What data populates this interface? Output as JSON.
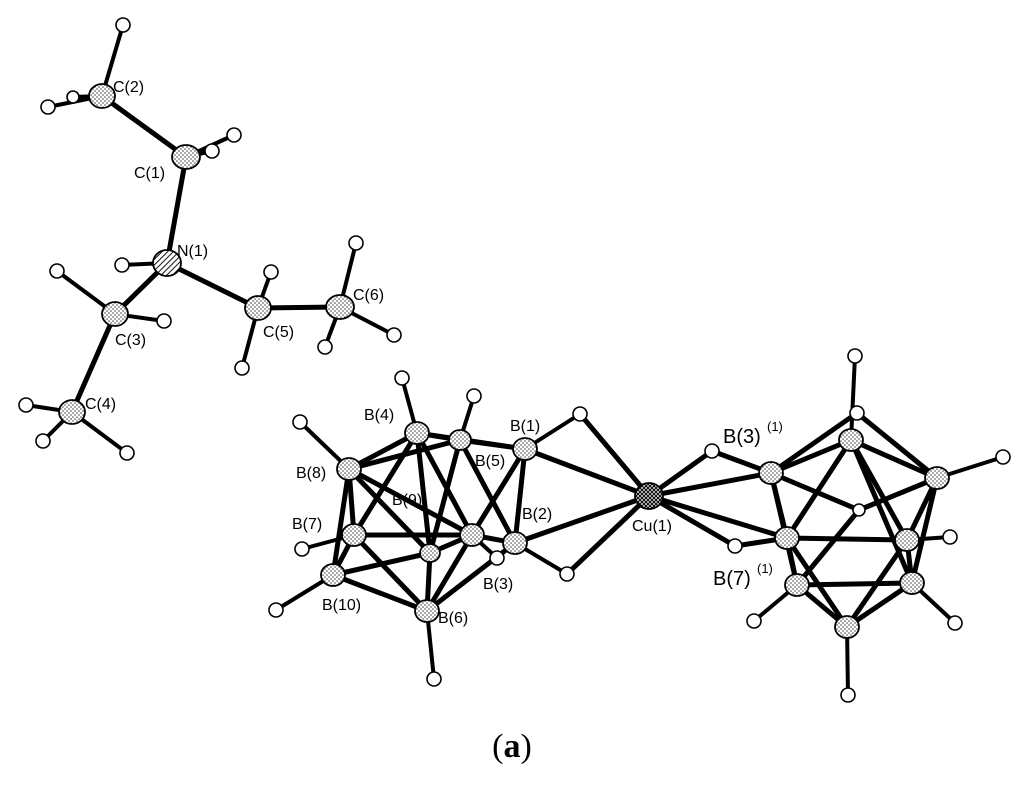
{
  "figure": {
    "caption_open": "(",
    "caption_letter": "a",
    "caption_close": ")"
  },
  "labels": {
    "c2": "C(2)",
    "c1": "C(1)",
    "n1": "N(1)",
    "c3": "C(3)",
    "c4": "C(4)",
    "c5": "C(5)",
    "c6": "C(6)",
    "b4": "B(4)",
    "b1": "B(1)",
    "b5": "B(5)",
    "b8": "B(8)",
    "b9": "B(9)",
    "b7": "B(7)",
    "b2": "B(2)",
    "b3": "B(3)",
    "b10": "B(10)",
    "b6": "B(6)",
    "cu1": "Cu(1)",
    "b3p": "B(3)",
    "b3p_sup": "(1)",
    "b7p": "B(7)",
    "b7p_sup": "(1)"
  }
}
